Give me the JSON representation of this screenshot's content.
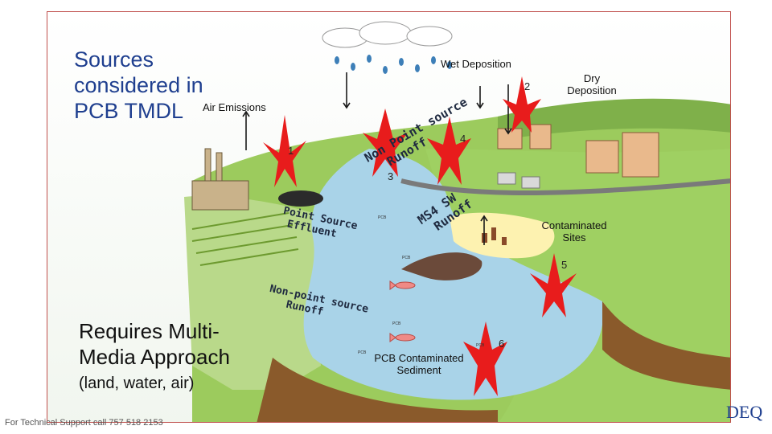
{
  "title": {
    "line1": "Sources",
    "line2": "considered in",
    "line3": "PCB TMDL"
  },
  "labels": {
    "air_emissions": "Air Emissions",
    "wet_deposition": "Wet Deposition",
    "dry_deposition_1": "Dry",
    "dry_deposition_2": "Deposition",
    "contaminated_sites_1": "Contaminated",
    "contaminated_sites_2": "Sites",
    "pcb_contaminated_sediment_1": "PCB Contaminated",
    "pcb_contaminated_sediment_2": "Sediment"
  },
  "rotated_labels": {
    "nonpoint_runoff_top_1": "Non Point source",
    "nonpoint_runoff_top_2": "Runoff",
    "ms4_1": "MS4 SW",
    "ms4_2": "Runoff",
    "point_source_1": "Point Source",
    "point_source_2": "Effluent",
    "nonpoint_bottom_1": "Non-point source",
    "nonpoint_bottom_2": "Runoff"
  },
  "numbers": [
    "1",
    "2",
    "3",
    "4",
    "5",
    "6"
  ],
  "tiny_pcb": "PCB",
  "bottom": {
    "line1": "Requires Multi-",
    "line2": "Media Approach",
    "line3": "(land, water, air)"
  },
  "footer": "For Technical Support call 757 518 2153",
  "logo": "DEQ",
  "colors": {
    "title_blue": "#1f3f8f",
    "arrow_red": "#e81c1c",
    "water": "#a9d3e8",
    "grass": "#8cc63f"
  }
}
